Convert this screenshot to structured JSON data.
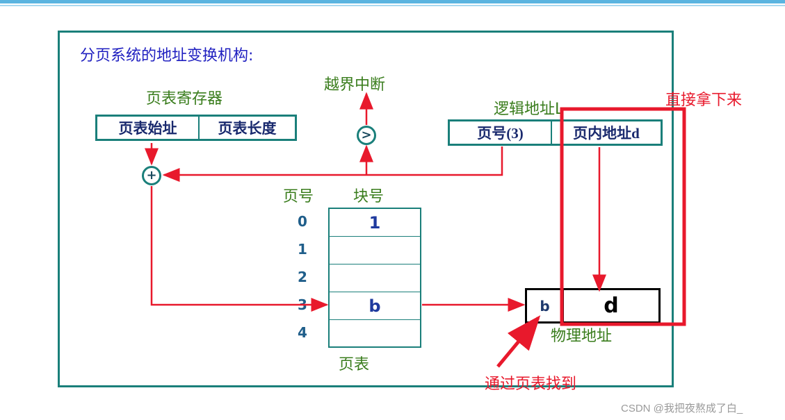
{
  "diagram": {
    "title": "分页系统的地址变换机构:",
    "page_table_register": {
      "label": "页表寄存器",
      "fields": [
        "页表始址",
        "页表长度"
      ]
    },
    "overflow_interrupt": "越界中断",
    "compare_symbol": ">",
    "add_symbol": "+",
    "logical_address": {
      "label": "逻辑地址L",
      "fields": [
        "页号(3)",
        "页内地址d"
      ]
    },
    "page_table": {
      "col_page": "页号",
      "col_block": "块号",
      "indices": [
        "0",
        "1",
        "2",
        "3",
        "4"
      ],
      "blocks": [
        "1",
        "",
        "",
        "b",
        ""
      ],
      "caption": "页表"
    },
    "physical_address": {
      "fields": [
        "b",
        "d"
      ],
      "label": "物理地址"
    },
    "annotations": {
      "direct_copy": "直接拿下来",
      "via_page_table": "通过页表找到"
    },
    "watermark": "CSDN @我把夜熬成了白_"
  },
  "colors": {
    "frame": "#1a7f7a",
    "arrow": "#e8192c",
    "highlight": "#e8192c",
    "title_text": "#1f1fc0",
    "label_text": "#3a7d1d"
  }
}
